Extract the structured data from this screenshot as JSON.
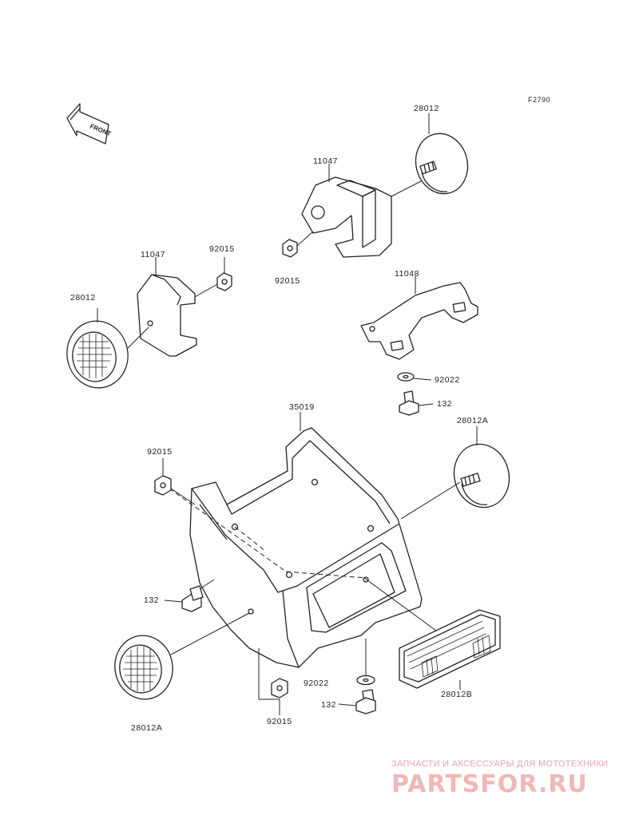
{
  "figure_ref": "F2790",
  "front_arrow_label": "FRONT",
  "parts": {
    "p28012_top": "28012",
    "p11047_top": "11047",
    "p92015_upper_nut": "92015",
    "p11047_left": "11047",
    "p92015_left": "92015",
    "p28012_left": "28012",
    "p11048": "11048",
    "p92022_upper": "92022",
    "p132_upper": "132",
    "p35019": "35019",
    "p28012A_right": "28012A",
    "p92015_mid": "92015",
    "p132_lower_left": "132",
    "p92022_lower": "92022",
    "p28012B": "28012B",
    "p132_bottom": "132",
    "p92015_bottom": "92015",
    "p28012A_bottom": "28012A"
  },
  "watermark": {
    "caption": "ЗАПЧАСТИ И АКСЕССУАРЫ ДЛЯ МОТОТЕХНИКИ",
    "logo": "PARTSFOR.RU"
  }
}
